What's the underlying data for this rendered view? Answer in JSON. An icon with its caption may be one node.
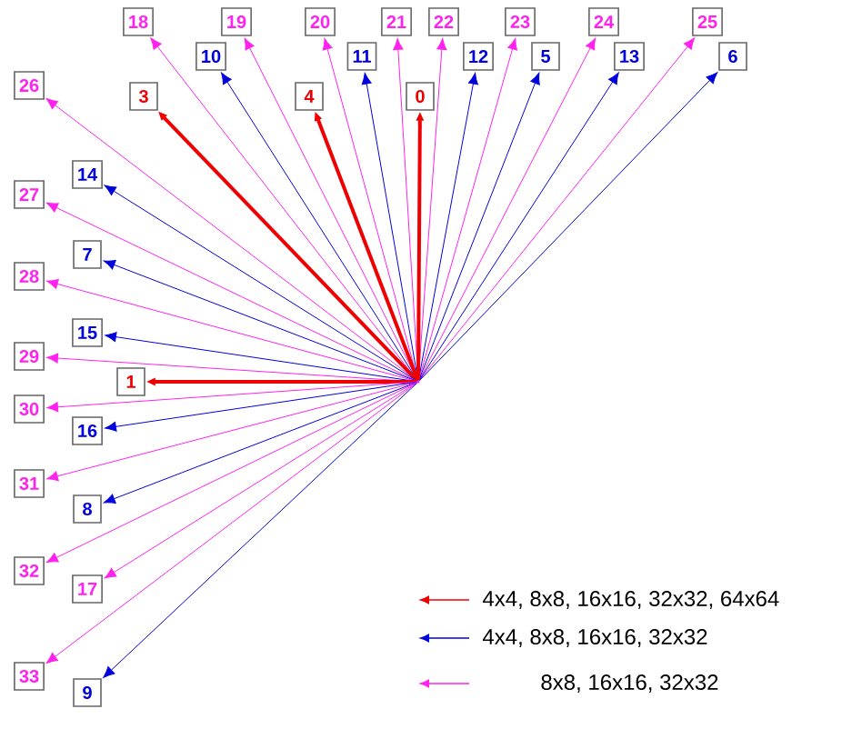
{
  "diagram": {
    "nodes": [
      {
        "text": [
          "18"
        ]
      },
      {
        "text": [
          "19"
        ]
      },
      {
        "text": [
          "20"
        ]
      },
      {
        "text": [
          "21"
        ]
      },
      {
        "text": [
          "22"
        ]
      },
      {
        "text": [
          "23"
        ]
      },
      {
        "text": [
          "24"
        ]
      },
      {
        "text": [
          "25"
        ]
      },
      {
        "text": [
          "10"
        ]
      },
      {
        "text": [
          "11"
        ]
      },
      {
        "text": [
          "12"
        ]
      },
      {
        "text": [
          "5"
        ]
      },
      {
        "text": [
          "13"
        ]
      },
      {
        "text": [
          "6"
        ]
      },
      {
        "text": [
          "26"
        ]
      },
      {
        "text": [
          "3"
        ]
      },
      {
        "text": [
          "4"
        ]
      },
      {
        "text": [
          "0"
        ]
      },
      {
        "text": [
          "14"
        ]
      },
      {
        "text": [
          "27"
        ]
      },
      {
        "text": [
          "7"
        ]
      },
      {
        "text": [
          "28"
        ]
      },
      {
        "text": [
          "15"
        ]
      },
      {
        "text": [
          "29"
        ]
      },
      {
        "text": [
          "1"
        ]
      },
      {
        "text": [
          "30"
        ]
      },
      {
        "text": [
          "16"
        ]
      },
      {
        "text": [
          "31"
        ]
      },
      {
        "text": [
          "8"
        ]
      },
      {
        "text": [
          "32"
        ]
      },
      {
        "text": [
          "17"
        ]
      },
      {
        "text": [
          "33"
        ]
      },
      {
        "text": [
          "9"
        ]
      },
      {
        "text": [],
        "shape": "point"
      }
    ],
    "edges": [
      {
        "from": 33,
        "to": 0,
        "arrow": "to"
      },
      {
        "from": 33,
        "to": 1,
        "arrow": "to"
      },
      {
        "from": 33,
        "to": 2,
        "arrow": "to"
      },
      {
        "from": 33,
        "to": 3,
        "arrow": "to"
      },
      {
        "from": 33,
        "to": 4,
        "arrow": "to"
      },
      {
        "from": 33,
        "to": 5,
        "arrow": "to"
      },
      {
        "from": 33,
        "to": 6,
        "arrow": "to"
      },
      {
        "from": 33,
        "to": 7,
        "arrow": "to"
      },
      {
        "from": 33,
        "to": 8,
        "arrow": "to",
        "color": "#0000dd"
      },
      {
        "from": 33,
        "to": 9,
        "arrow": "to",
        "color": "#0000dd"
      },
      {
        "from": 33,
        "to": 10,
        "arrow": "to",
        "color": "#0000dd"
      },
      {
        "from": 33,
        "to": 11,
        "arrow": "to",
        "color": "#0000dd"
      },
      {
        "from": 33,
        "to": 12,
        "arrow": "to",
        "color": "#0000dd"
      },
      {
        "from": 33,
        "to": 13,
        "arrow": "to",
        "color": "#0000dd"
      },
      {
        "from": 33,
        "to": 14,
        "arrow": "to"
      },
      {
        "from": 33,
        "to": 15,
        "arrow": "to",
        "color": "#ee0000",
        "style": "thick"
      },
      {
        "from": 33,
        "to": 16,
        "arrow": "to",
        "color": "#ee0000",
        "style": "thick"
      },
      {
        "from": 33,
        "to": 17,
        "arrow": "to",
        "color": "#ee0000",
        "style": "thick"
      },
      {
        "from": 33,
        "to": 18,
        "arrow": "to",
        "color": "#0000dd"
      },
      {
        "from": 33,
        "to": 19,
        "arrow": "to"
      },
      {
        "from": 33,
        "to": 20,
        "arrow": "to",
        "color": "#0000dd"
      },
      {
        "from": 33,
        "to": 21,
        "arrow": "to"
      },
      {
        "from": 33,
        "to": 22,
        "arrow": "to",
        "color": "#0000dd"
      },
      {
        "from": 33,
        "to": 23,
        "arrow": "to"
      },
      {
        "from": 33,
        "to": 24,
        "arrow": "to",
        "color": "#ee0000",
        "style": "thick"
      },
      {
        "from": 33,
        "to": 25,
        "arrow": "to"
      },
      {
        "from": 33,
        "to": 26,
        "arrow": "to",
        "color": "#0000dd"
      },
      {
        "from": 33,
        "to": 27,
        "arrow": "to"
      },
      {
        "from": 33,
        "to": 28,
        "arrow": "to",
        "color": "#0000dd"
      },
      {
        "from": 33,
        "to": 29,
        "arrow": "to"
      },
      {
        "from": 33,
        "to": 30,
        "arrow": "to"
      },
      {
        "from": 33,
        "to": 31,
        "arrow": "to"
      },
      {
        "from": 33,
        "to": 32,
        "arrow": "to",
        "color": "#0000dd"
      }
    ],
    "legend": [
      {
        "text": "4x4, 8x8, 16x16, 32x32, 64x64",
        "color": "#ee0000"
      },
      {
        "text": "4x4, 8x8, 16x16, 32x32",
        "color": "#0000dd"
      },
      {
        "text": "8x8, 16x16, 32x32",
        "color": "#ff22ee"
      }
    ]
  }
}
